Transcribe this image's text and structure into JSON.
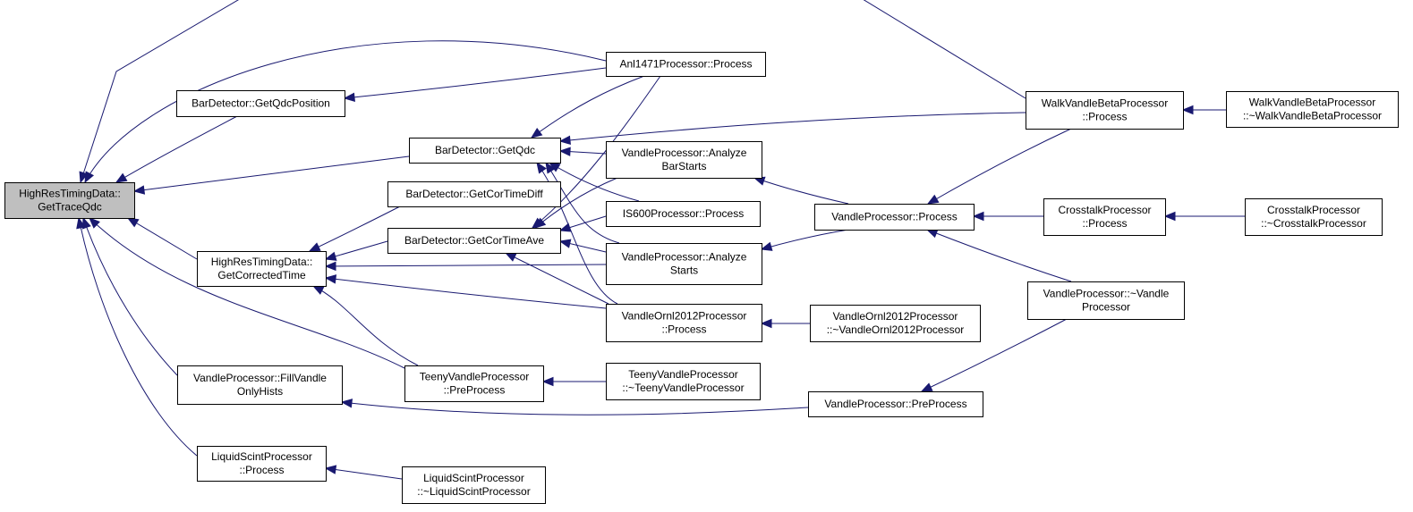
{
  "graph": {
    "edge_color": "#191970",
    "root_fill": "#bfbfbf",
    "nodes": [
      {
        "id": "root",
        "lines": [
          "HighResTimingData::",
          "GetTraceQdc"
        ],
        "root": true
      },
      {
        "id": "bar_qdcpos",
        "lines": [
          "BarDetector::GetQdcPosition"
        ]
      },
      {
        "id": "bar_qdc",
        "lines": [
          "BarDetector::GetQdc"
        ]
      },
      {
        "id": "bar_cordiff",
        "lines": [
          "BarDetector::GetCorTimeDiff"
        ]
      },
      {
        "id": "bar_corave",
        "lines": [
          "BarDetector::GetCorTimeAve"
        ]
      },
      {
        "id": "hrtd_corr",
        "lines": [
          "HighResTimingData::",
          "GetCorrectedTime"
        ]
      },
      {
        "id": "vp_fill",
        "lines": [
          "VandleProcessor::FillVandle",
          "OnlyHists"
        ]
      },
      {
        "id": "ls_proc",
        "lines": [
          "LiquidScintProcessor",
          "::Process"
        ]
      },
      {
        "id": "ls_dtor",
        "lines": [
          "LiquidScintProcessor",
          "::~LiquidScintProcessor"
        ]
      },
      {
        "id": "anl_proc",
        "lines": [
          "Anl1471Processor::Process"
        ]
      },
      {
        "id": "vp_abs",
        "lines": [
          "VandleProcessor::Analyze",
          "BarStarts"
        ]
      },
      {
        "id": "is600",
        "lines": [
          "IS600Processor::Process"
        ]
      },
      {
        "id": "vp_as",
        "lines": [
          "VandleProcessor::Analyze",
          "Starts"
        ]
      },
      {
        "id": "vo_proc",
        "lines": [
          "VandleOrnl2012Processor",
          "::Process"
        ]
      },
      {
        "id": "tv_pre",
        "lines": [
          "TeenyVandleProcessor",
          "::PreProcess"
        ]
      },
      {
        "id": "tv_dtor",
        "lines": [
          "TeenyVandleProcessor",
          "::~TeenyVandleProcessor"
        ]
      },
      {
        "id": "vo_dtor",
        "lines": [
          "VandleOrnl2012Processor",
          "::~VandleOrnl2012Processor"
        ]
      },
      {
        "id": "vp_proc",
        "lines": [
          "VandleProcessor::Process"
        ]
      },
      {
        "id": "vp_pre",
        "lines": [
          "VandleProcessor::PreProcess"
        ]
      },
      {
        "id": "wvb_proc",
        "lines": [
          "WalkVandleBetaProcessor",
          "::Process"
        ]
      },
      {
        "id": "wvb_dtor",
        "lines": [
          "WalkVandleBetaProcessor",
          "::~WalkVandleBetaProcessor"
        ]
      },
      {
        "id": "cp_proc",
        "lines": [
          "CrosstalkProcessor",
          "::Process"
        ]
      },
      {
        "id": "cp_dtor",
        "lines": [
          "CrosstalkProcessor",
          "::~CrosstalkProcessor"
        ]
      },
      {
        "id": "vp_dtor",
        "lines": [
          "VandleProcessor::~Vandle",
          "Processor"
        ]
      }
    ],
    "edges": [
      {
        "from": "root",
        "to": "bar_qdcpos"
      },
      {
        "from": "root",
        "to": "bar_qdc"
      },
      {
        "from": "root",
        "to": "hrtd_corr"
      },
      {
        "from": "root",
        "to": "vp_fill"
      },
      {
        "from": "root",
        "to": "ls_proc"
      },
      {
        "from": "root",
        "to": "anl_proc"
      },
      {
        "from": "root",
        "to": "wvb_proc"
      },
      {
        "from": "root",
        "to": "tv_pre"
      },
      {
        "from": "bar_qdcpos",
        "to": "anl_proc"
      },
      {
        "from": "bar_qdc",
        "to": "anl_proc"
      },
      {
        "from": "bar_qdc",
        "to": "wvb_proc"
      },
      {
        "from": "bar_qdc",
        "to": "vp_abs"
      },
      {
        "from": "bar_qdc",
        "to": "is600"
      },
      {
        "from": "bar_qdc",
        "to": "vp_as"
      },
      {
        "from": "bar_qdc",
        "to": "vo_proc"
      },
      {
        "from": "hrtd_corr",
        "to": "bar_cordiff"
      },
      {
        "from": "hrtd_corr",
        "to": "bar_corave"
      },
      {
        "from": "hrtd_corr",
        "to": "vp_as"
      },
      {
        "from": "hrtd_corr",
        "to": "vo_proc"
      },
      {
        "from": "hrtd_corr",
        "to": "tv_pre"
      },
      {
        "from": "bar_corave",
        "to": "anl_proc"
      },
      {
        "from": "bar_corave",
        "to": "vp_abs"
      },
      {
        "from": "bar_corave",
        "to": "is600"
      },
      {
        "from": "bar_corave",
        "to": "vp_as"
      },
      {
        "from": "bar_corave",
        "to": "vo_proc"
      },
      {
        "from": "vp_fill",
        "to": "vp_pre"
      },
      {
        "from": "ls_proc",
        "to": "ls_dtor"
      },
      {
        "from": "tv_pre",
        "to": "tv_dtor"
      },
      {
        "from": "vo_proc",
        "to": "vo_dtor"
      },
      {
        "from": "vp_abs",
        "to": "vp_proc"
      },
      {
        "from": "vp_as",
        "to": "vp_proc"
      },
      {
        "from": "vp_proc",
        "to": "wvb_proc"
      },
      {
        "from": "vp_proc",
        "to": "cp_proc"
      },
      {
        "from": "vp_proc",
        "to": "vp_dtor"
      },
      {
        "from": "vp_pre",
        "to": "vp_dtor"
      },
      {
        "from": "wvb_proc",
        "to": "wvb_dtor"
      },
      {
        "from": "cp_proc",
        "to": "cp_dtor"
      }
    ]
  }
}
